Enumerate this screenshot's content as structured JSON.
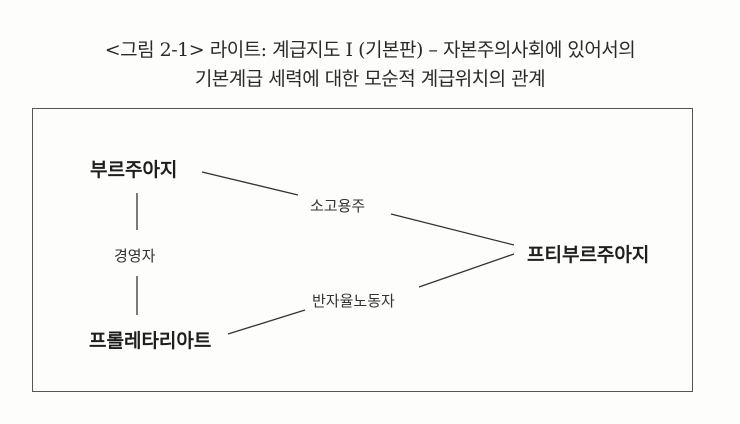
{
  "title": {
    "line1": "<그림 2-1> 라이트: 계급지도 I (기본판) – 자본주의사회에 있어서의",
    "line2": "기본계급 세력에 대한 모순적 계급위치의 관계"
  },
  "nodes": {
    "bourgeoisie": "부르주아지",
    "petty_bourgeoisie": "프티부르주아지",
    "proletariat": "프롤레타리아트",
    "managers": "경영자",
    "small_employers": "소고용주",
    "semi_autonomous": "반자율노동자"
  },
  "edges": [
    {
      "from": "bourgeoisie",
      "via": "small_employers",
      "to": "petty_bourgeoisie"
    },
    {
      "from": "bourgeoisie",
      "via": "managers",
      "to": "proletariat"
    },
    {
      "from": "proletariat",
      "via": "semi_autonomous",
      "to": "petty_bourgeoisie"
    }
  ]
}
